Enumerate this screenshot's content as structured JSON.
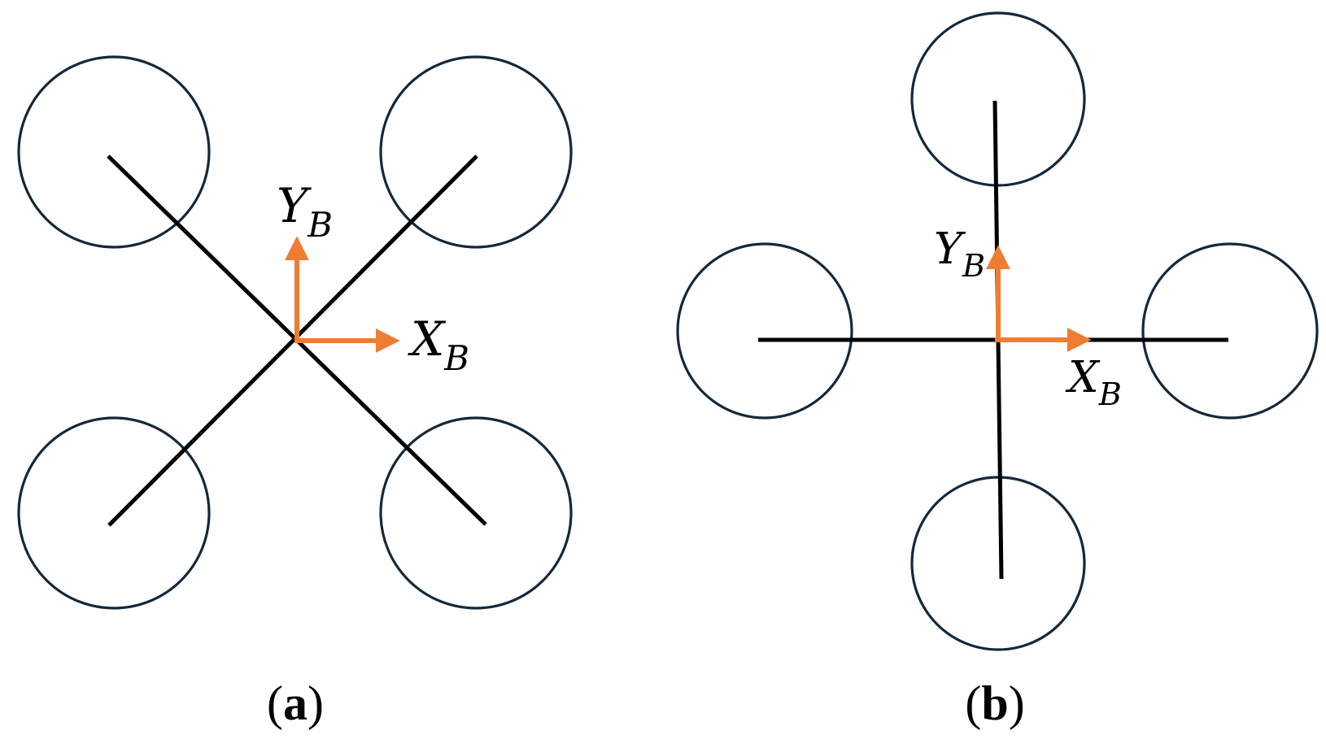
{
  "colors": {
    "rotor": "#13283a",
    "arm": "#000000",
    "axis": "#ee7d33"
  },
  "panels": [
    {
      "configuration": "X",
      "caption_letter": "a",
      "x_axis": {
        "symbol": "X",
        "subscript": "B"
      },
      "y_axis": {
        "symbol": "Y",
        "subscript": "B"
      }
    },
    {
      "configuration": "+",
      "caption_letter": "b",
      "x_axis": {
        "symbol": "X",
        "subscript": "B"
      },
      "y_axis": {
        "symbol": "Y",
        "subscript": "B"
      }
    }
  ]
}
